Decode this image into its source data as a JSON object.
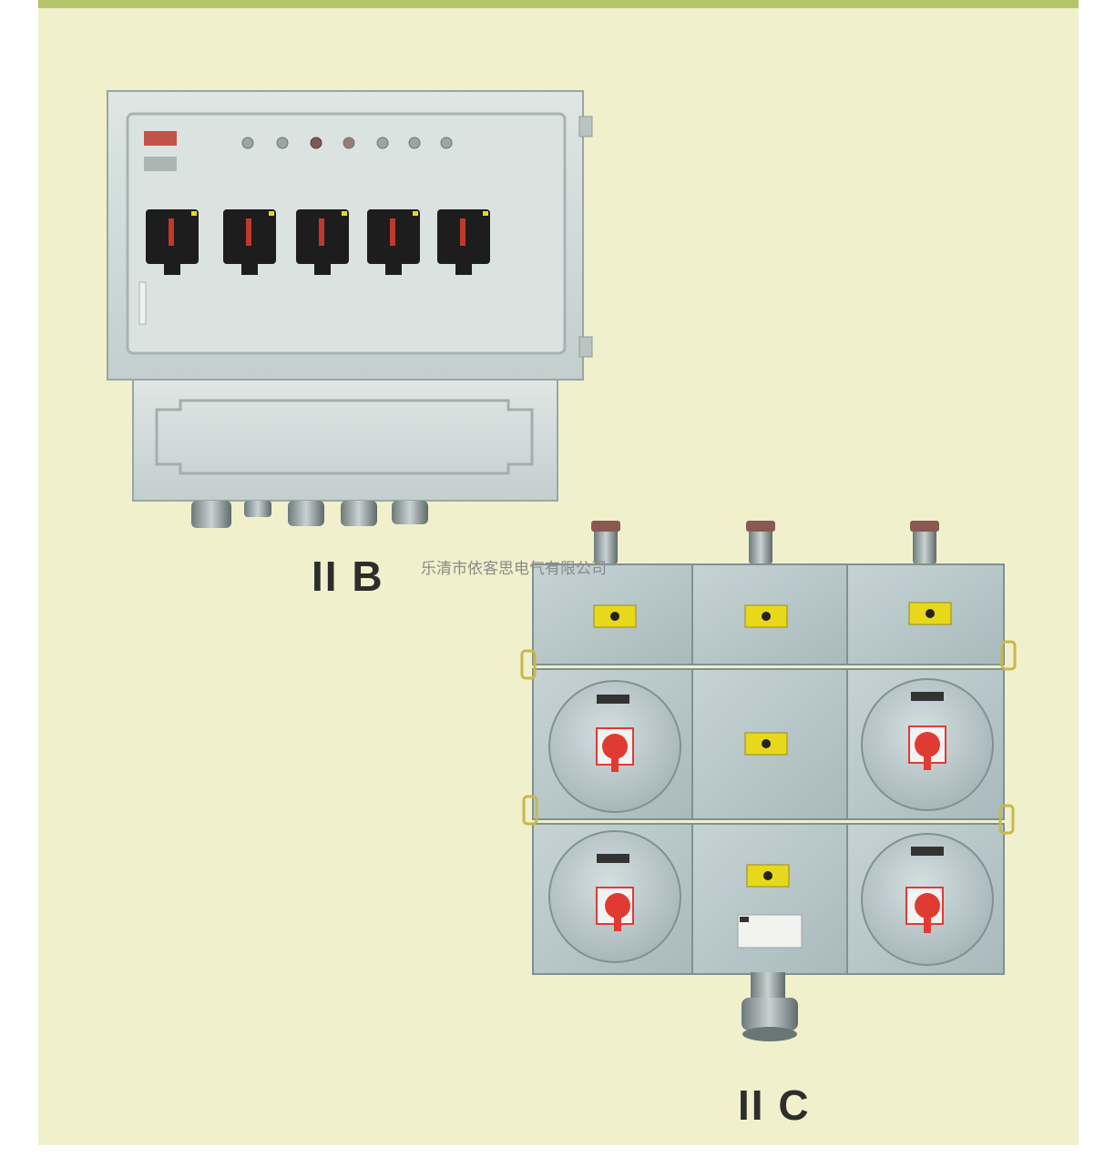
{
  "labels": {
    "cabinet_a": "II B",
    "cabinet_b": "II C"
  },
  "watermark": "乐清市依客思电气有限公司",
  "colors": {
    "background_panel": "#f0f0cc",
    "top_strip": "#b6c46a",
    "enclosure_grey": "#c9d4d3",
    "warning_yellow": "#e8d81c",
    "switch_red": "#e03b32",
    "breaker_black": "#1d1d1d"
  },
  "icons": [
    "ex-mark-icon",
    "indicator-lamp-icon",
    "breaker-switch-icon",
    "rotary-switch-icon",
    "warning-label-icon",
    "cable-gland-icon"
  ]
}
